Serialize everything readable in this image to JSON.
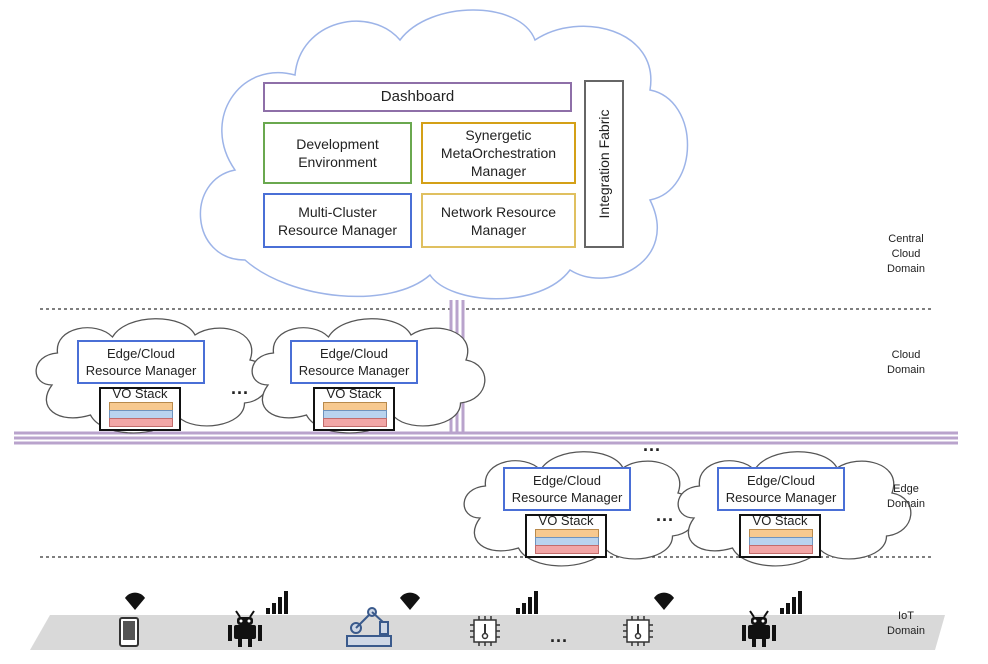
{
  "central": {
    "dashboard": "Dashboard",
    "dev_env": "Development\nEnvironment",
    "synergetic": "Synergetic\nMetaOrchestration\nManager",
    "multi_cluster": "Multi-Cluster\nResource Manager",
    "network_rm": "Network Resource\nManager",
    "integration": "Integration Fabric"
  },
  "domains": {
    "central": "Central\nCloud\nDomain",
    "cloud": "Cloud\nDomain",
    "edge": "Edge\nDomain",
    "iot": "IoT\nDomain"
  },
  "node": {
    "manager": "Edge/Cloud\nResource Manager",
    "stack": "VO Stack"
  },
  "ellipsis": "...",
  "colors": {
    "dashboard": "#8e6fa8",
    "dev_env": "#6aa84f",
    "synergetic": "#d4a017",
    "multi_cluster": "#4a6fd6",
    "network_rm": "#e0c060",
    "integration": "#666666",
    "cloud_outline": "#9db4e8",
    "bus": "#b9a3cc",
    "stack_orange": "#f7c98f",
    "stack_blue": "#b9d3ee",
    "stack_red": "#f2a6a6",
    "iot_band": "#d9d9d9"
  },
  "iot_devices": [
    "tablet-icon",
    "robot-icon",
    "robot-arm-icon",
    "thermometer-chip-icon",
    "thermometer-chip-icon",
    "robot-icon"
  ]
}
